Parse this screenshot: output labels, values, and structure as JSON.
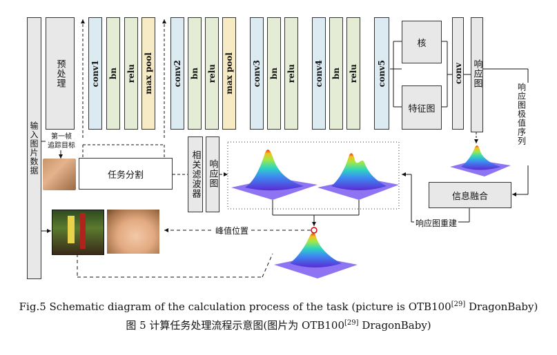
{
  "diagram": {
    "input": "输入图片数据",
    "preprocess": "预处理",
    "first_frame": "第一帧\n追踪目标",
    "task_split": "任务分割",
    "stage1": [
      "conv1",
      "bn",
      "relu",
      "max pool"
    ],
    "stage2": [
      "conv2",
      "bn",
      "relu",
      "max pool"
    ],
    "stage3": [
      "conv3",
      "bn",
      "relu"
    ],
    "stage4": [
      "conv4",
      "bn",
      "relu"
    ],
    "conv5": "conv5",
    "kernel": "核",
    "feature_map": "特征图",
    "conv": "conv",
    "response_map_top": "响应图",
    "corr_filter": "相关滤波器",
    "response_map_mid": "响应图",
    "peak_seq": "响应图极值序列",
    "info_fusion": "信息融合",
    "response_rebuild": "响应图重建",
    "peak_position": "峰值位置"
  },
  "caption": {
    "en_prefix": "Fig.5    Schematic diagram of the calculation process of the task (picture is OTB100",
    "en_ref": "[29]",
    "en_suffix": " DragonBaby)",
    "zh_prefix": "图 5  计算任务处理流程示意图(图片为 OTB100",
    "zh_ref": "[29]",
    "zh_suffix": " DragonBaby)"
  },
  "colors": {
    "conv": "#dcebf2",
    "bn_relu": "#e4ecd6",
    "pool": "#f7ebc6",
    "neutral": "#e8e8e8"
  }
}
